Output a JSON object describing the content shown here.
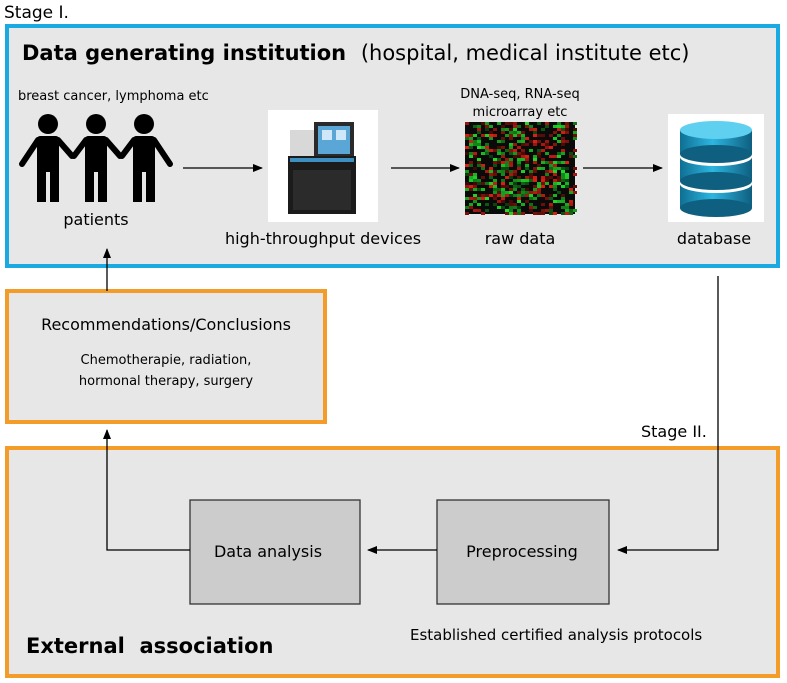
{
  "stage1": {
    "label": "Stage I.",
    "title_bold": "Data generating institution",
    "title_rest": "(hospital, medical institute etc)",
    "patients_caption": "breast cancer, lymphoma etc",
    "patients_label": "patients",
    "devices_label": "high-throughput devices",
    "rawdata_caption_line1": "DNA-seq, RNA-seq",
    "rawdata_caption_line2": "microarray etc",
    "rawdata_label": "raw data",
    "database_label": "database"
  },
  "recommendations": {
    "title": "Recommendations/Conclusions",
    "line1": "Chemotherapie, radiation,",
    "line2": "hormonal therapy, surgery"
  },
  "stage2": {
    "label": "Stage II.",
    "analysis_label": "Data analysis",
    "preprocessing_label": "Preprocessing",
    "protocols_label": "Established certified analysis protocols",
    "association_label": "External  association"
  },
  "colors": {
    "stage1_border": "#1ba9e1",
    "stage2_border": "#f39c2a",
    "panel_fill": "#e7e7e7",
    "box_fill": "#cccccc",
    "database": "#1f96bf"
  }
}
